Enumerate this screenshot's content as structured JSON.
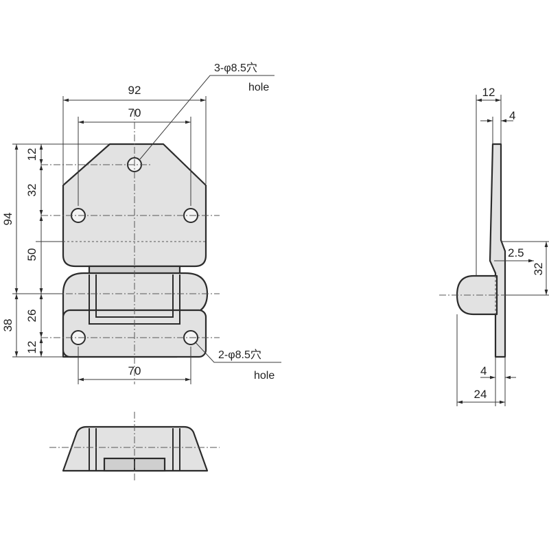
{
  "front_view": {
    "top_width": "92",
    "upper_hole_spacing": "70",
    "lower_hole_spacing": "70",
    "overall_height": "94",
    "top_hole_offset": "12",
    "upper_hole_offset": "32",
    "hinge_offset": "50",
    "lower_height": "38",
    "lower_hole_offset": "26",
    "bottom_hole_offset": "12",
    "top_hole_callout": "3-φ8.5穴",
    "top_hole_callout_en": "hole",
    "bottom_hole_callout": "2-φ8.5穴",
    "bottom_hole_callout_en": "hole"
  },
  "side_view": {
    "overall_depth": "12",
    "plate_thickness": "4",
    "offset": "2.5",
    "hinge_height": "32",
    "base_thickness": "4",
    "base_depth": "24"
  },
  "colors": {
    "part_fill": "#e2e2e2",
    "line": "#2b2b2b"
  }
}
